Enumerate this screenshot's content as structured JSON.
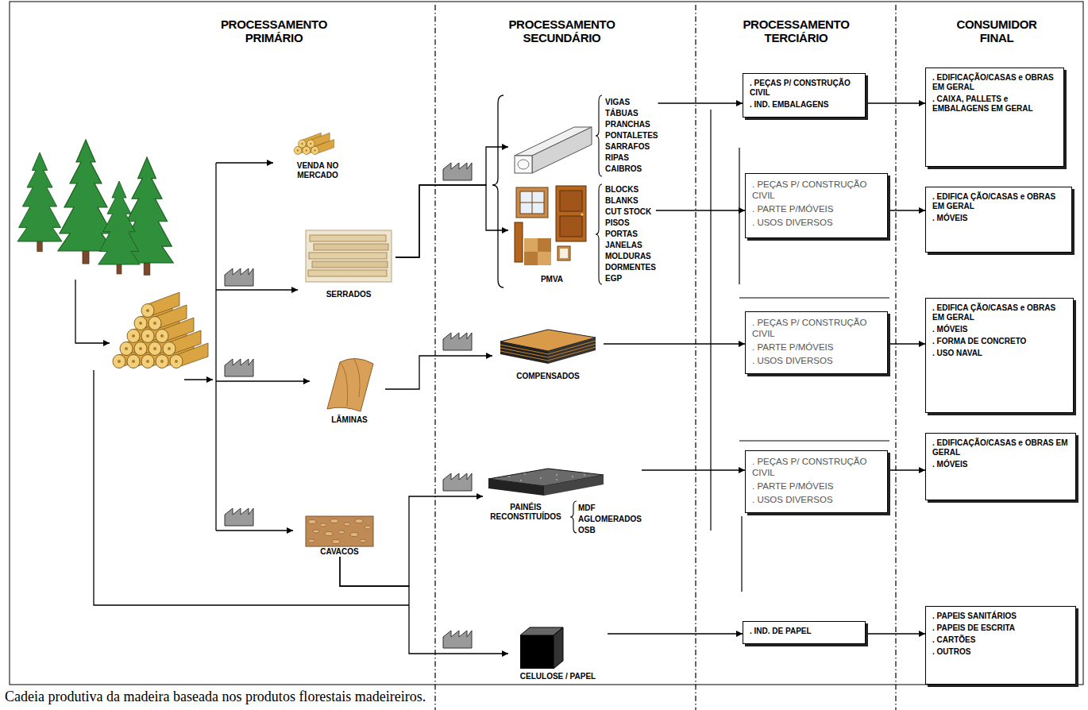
{
  "diagram": {
    "caption": "Cadeia produtiva da madeira baseada nos produtos florestais madeireiros.",
    "nodes": [
      {
        "text": [
          "VENDA NO MERCADO"
        ]
      },
      {
        "text": [
          "SERRADOS"
        ]
      },
      {
        "text": [
          "LÂMINAS"
        ]
      },
      {
        "text": [
          "CAVACOS"
        ]
      },
      {
        "text": [
          "VIGAS",
          "TÁBUAS",
          "PRANCHAS",
          "PONTALETES",
          "SARRAFOS",
          "RIPAS",
          "CAIBROS"
        ]
      },
      {
        "text": [
          "PMVA",
          "BLOCKS",
          "BLANKS",
          "CUT STOCK",
          "PISOS",
          "PORTAS",
          "JANELAS",
          "MOLDURAS",
          "DORMENTES",
          "EGP"
        ]
      },
      {
        "text": [
          "COMPENSADOS"
        ]
      },
      {
        "text": [
          "PAINÉIS RECONSTITUÍDOS",
          "MDF",
          "AGLOMERADOS",
          "OSB"
        ]
      },
      {
        "text": [
          "CELULOSE / PAPEL"
        ]
      },
      {
        "text": [
          ". PEÇAS P/ CONSTRUÇÃO CIVIL",
          ". IND. EMBALAGENS"
        ]
      },
      {
        "text": [
          ". PEÇAS P/ CONSTRUÇÃO CIVIL",
          ". PARTE P/MÓVEIS",
          ". USOS DIVERSOS"
        ]
      },
      {
        "text": [
          ". PEÇAS P/ CONSTRUÇÃO CIVIL",
          ". PARTE P/MÓVEIS",
          ". USOS DIVERSOS"
        ]
      },
      {
        "text": [
          ". PEÇAS P/ CONSTRUÇÃO CIVIL",
          ". PARTE P/MÓVEIS",
          ". USOS DIVERSOS"
        ]
      },
      {
        "text": [
          ". IND. DE PAPEL"
        ]
      },
      {
        "text": [
          ". EDIFICAÇÃO/CASAS e OBRAS EM GERAL",
          ". CAIXA, PALLETS e EMBALAGENS EM GERAL"
        ]
      },
      {
        "text": [
          ". EDIFICA ÇÃO/CASAS e OBRAS EM GERAL",
          ". MÓVEIS"
        ]
      },
      {
        "text": [
          ". EDIFICA ÇÃO/CASAS e OBRAS EM GERAL",
          ". MÓVEIS",
          ". FORMA DE CONCRETO",
          ". USO NAVAL"
        ]
      },
      {
        "text": [
          ". EDIFICAÇÃO/CASAS e OBRAS EM GERAL",
          ". MÓVEIS"
        ]
      },
      {
        "text": [
          ". PAPEIS SANITÁRIOS",
          ". PAPEIS DE ESCRITA",
          ". CARTÕES",
          ". OUTROS"
        ]
      }
    ],
    "edges": [
      {
        "from": 1,
        "to": 4,
        "arrow": "to"
      },
      {
        "from": 1,
        "to": 5,
        "arrow": "to"
      },
      {
        "from": 2,
        "to": 6,
        "arrow": "to"
      },
      {
        "from": 3,
        "to": 7,
        "arrow": "to"
      },
      {
        "from": 3,
        "to": 8,
        "arrow": "to"
      },
      {
        "from": 4,
        "to": 9,
        "arrow": "to"
      },
      {
        "from": 5,
        "to": 10,
        "arrow": "to"
      },
      {
        "from": 6,
        "to": 11,
        "arrow": "to"
      },
      {
        "from": 7,
        "to": 12,
        "arrow": "to"
      },
      {
        "from": 8,
        "to": 13,
        "arrow": "to"
      },
      {
        "from": 9,
        "to": 14,
        "arrow": "to"
      },
      {
        "from": 10,
        "to": 15,
        "arrow": "to"
      },
      {
        "from": 11,
        "to": 16,
        "arrow": "to"
      },
      {
        "from": 12,
        "to": 17,
        "arrow": "to"
      },
      {
        "from": 13,
        "to": 18,
        "arrow": "to"
      }
    ],
    "labels": [
      "PROCESSAMENTO PRIMÁRIO",
      "PROCESSAMENTO SECUNDÁRIO",
      "PROCESSAMENTO TERCIÁRIO",
      "CONSUMIDOR FINAL"
    ]
  }
}
